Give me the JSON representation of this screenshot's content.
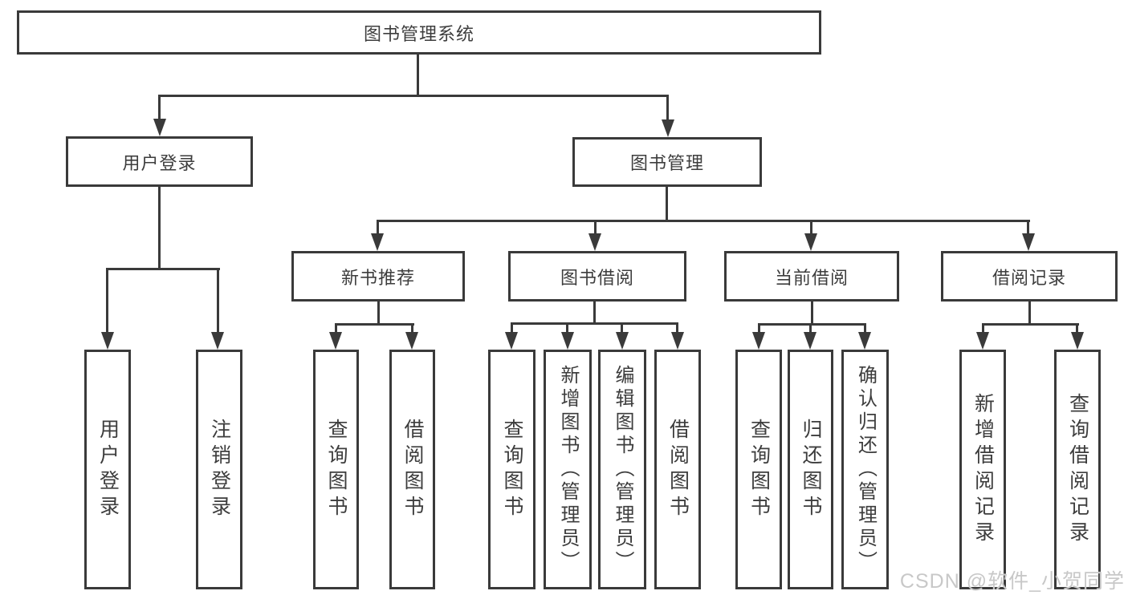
{
  "diagram": {
    "root": {
      "label": "图书管理系统"
    },
    "level2": {
      "user_login": {
        "label": "用户登录"
      },
      "book_mgmt": {
        "label": "图书管理"
      }
    },
    "level3": {
      "new_book": {
        "label": "新书推荐"
      },
      "book_borrow": {
        "label": "图书借阅"
      },
      "current_borrow": {
        "label": "当前借阅"
      },
      "borrow_records": {
        "label": "借阅记录"
      }
    },
    "leaves": {
      "user_login": [
        "用户登录",
        "注销登录"
      ],
      "new_book": [
        "查询图书",
        "借阅图书"
      ],
      "book_borrow": [
        "查询图书",
        "新增图书（管理员）",
        "编辑图书（管理员）",
        "借阅图书"
      ],
      "current_borrow": [
        "查询图书",
        "归还图书",
        "确认归还（管理员）"
      ],
      "borrow_records": [
        "新增借阅记录",
        "查询借阅记录"
      ]
    },
    "watermark": "CSDN @软件_小贺同学",
    "colors": {
      "line": "#3a3a3a",
      "text": "#3d3d3d",
      "watermark": "#c8c8c8",
      "background": "#ffffff"
    }
  }
}
